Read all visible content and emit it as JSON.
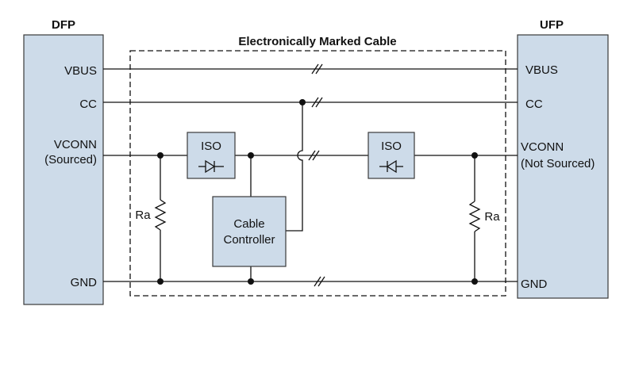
{
  "dfp": {
    "title": "DFP",
    "pins": {
      "vbus": "VBUS",
      "cc": "CC",
      "vconn_line1": "VCONN",
      "vconn_line2": "(Sourced)",
      "gnd": "GND"
    }
  },
  "ufp": {
    "title": "UFP",
    "pins": {
      "vbus": "VBUS",
      "cc": "CC",
      "vconn_line1": "VCONN",
      "vconn_line2": "(Not Sourced)",
      "gnd": "GND"
    }
  },
  "cable": {
    "title": "Electronically Marked Cable"
  },
  "iso_left": {
    "label": "ISO"
  },
  "iso_right": {
    "label": "ISO"
  },
  "controller": {
    "line1": "Cable",
    "line2": "Controller"
  },
  "resistor_left": {
    "label": "Ra"
  },
  "resistor_right": {
    "label": "Ra"
  },
  "colors": {
    "box_fill": "#cddbe9",
    "line": "#111111"
  }
}
